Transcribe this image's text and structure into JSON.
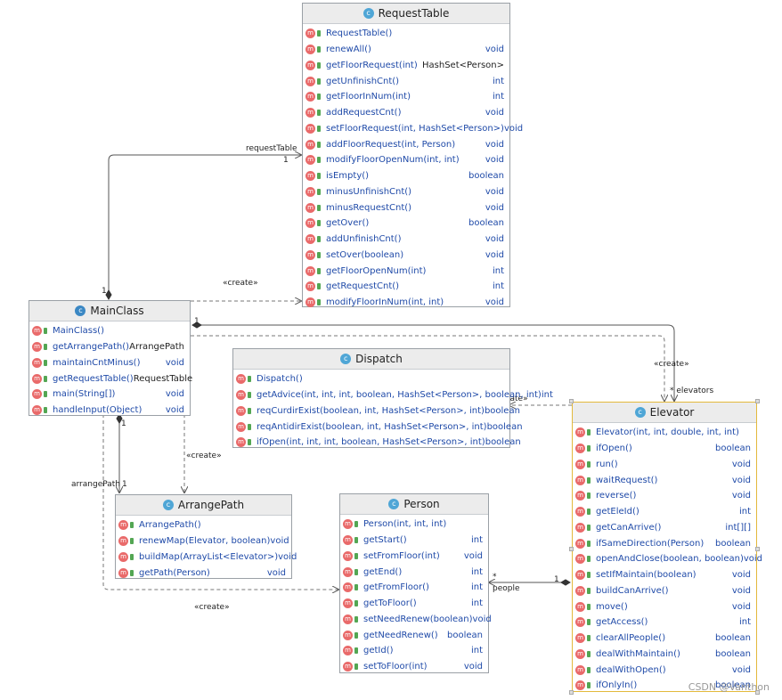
{
  "classes": {
    "request_table": {
      "name": "RequestTable",
      "members": [
        {
          "sig": "RequestTable()",
          "ret": ""
        },
        {
          "sig": "renewAll()",
          "ret": "void"
        },
        {
          "sig": "getFloorRequest(int)",
          "ret": "HashSet<Person>"
        },
        {
          "sig": "getUnfinishCnt()",
          "ret": "int"
        },
        {
          "sig": "getFloorInNum(int)",
          "ret": "int"
        },
        {
          "sig": "addRequestCnt()",
          "ret": "void"
        },
        {
          "sig": "setFloorRequest(int, HashSet<Person>)",
          "ret": "void"
        },
        {
          "sig": "addFloorRequest(int, Person)",
          "ret": "void"
        },
        {
          "sig": "modifyFloorOpenNum(int, int)",
          "ret": "void"
        },
        {
          "sig": "isEmpty()",
          "ret": "boolean"
        },
        {
          "sig": "minusUnfinishCnt()",
          "ret": "void"
        },
        {
          "sig": "minusRequestCnt()",
          "ret": "void"
        },
        {
          "sig": "getOver()",
          "ret": "boolean"
        },
        {
          "sig": "addUnfinishCnt()",
          "ret": "void"
        },
        {
          "sig": "setOver(boolean)",
          "ret": "void"
        },
        {
          "sig": "getFloorOpenNum(int)",
          "ret": "int"
        },
        {
          "sig": "getRequestCnt()",
          "ret": "int"
        },
        {
          "sig": "modifyFloorInNum(int, int)",
          "ret": "void"
        }
      ]
    },
    "main_class": {
      "name": "MainClass",
      "members": [
        {
          "sig": "MainClass()",
          "ret": ""
        },
        {
          "sig": "getArrangePath()",
          "ret": "ArrangePath"
        },
        {
          "sig": "maintainCntMinus()",
          "ret": "void"
        },
        {
          "sig": "getRequestTable()",
          "ret": "RequestTable"
        },
        {
          "sig": "main(String[])",
          "ret": "void"
        },
        {
          "sig": "handleInput(Object)",
          "ret": "void"
        }
      ]
    },
    "dispatch": {
      "name": "Dispatch",
      "members": [
        {
          "sig": "Dispatch()",
          "ret": ""
        },
        {
          "sig": "getAdvice(int, int, int, boolean, HashSet<Person>, boolean, int)",
          "ret": "int"
        },
        {
          "sig": "reqCurdirExist(boolean, int, HashSet<Person>, int)",
          "ret": "boolean"
        },
        {
          "sig": "reqAntidirExist(boolean, int, HashSet<Person>, int)",
          "ret": "boolean"
        },
        {
          "sig": "ifOpen(int, int, int, boolean, HashSet<Person>, int)",
          "ret": "boolean"
        }
      ]
    },
    "arrange_path": {
      "name": "ArrangePath",
      "members": [
        {
          "sig": "ArrangePath()",
          "ret": ""
        },
        {
          "sig": "renewMap(Elevator, boolean)",
          "ret": "void"
        },
        {
          "sig": "buildMap(ArrayList<Elevator>)",
          "ret": "void"
        },
        {
          "sig": "getPath(Person)",
          "ret": "void"
        }
      ]
    },
    "person": {
      "name": "Person",
      "members": [
        {
          "sig": "Person(int, int, int)",
          "ret": ""
        },
        {
          "sig": "getStart()",
          "ret": "int"
        },
        {
          "sig": "setFromFloor(int)",
          "ret": "void"
        },
        {
          "sig": "getEnd()",
          "ret": "int"
        },
        {
          "sig": "getFromFloor()",
          "ret": "int"
        },
        {
          "sig": "getToFloor()",
          "ret": "int"
        },
        {
          "sig": "setNeedRenew(boolean)",
          "ret": "void"
        },
        {
          "sig": "getNeedRenew()",
          "ret": "boolean"
        },
        {
          "sig": "getId()",
          "ret": "int"
        },
        {
          "sig": "setToFloor(int)",
          "ret": "void"
        }
      ]
    },
    "elevator": {
      "name": "Elevator",
      "members": [
        {
          "sig": "Elevator(int, int, double, int, int)",
          "ret": ""
        },
        {
          "sig": "ifOpen()",
          "ret": "boolean"
        },
        {
          "sig": "run()",
          "ret": "void"
        },
        {
          "sig": "waitRequest()",
          "ret": "void"
        },
        {
          "sig": "reverse()",
          "ret": "void"
        },
        {
          "sig": "getEleId()",
          "ret": "int"
        },
        {
          "sig": "getCanArrive()",
          "ret": "int[][]"
        },
        {
          "sig": "ifSameDirection(Person)",
          "ret": "boolean"
        },
        {
          "sig": "openAndClose(boolean, boolean)",
          "ret": "void"
        },
        {
          "sig": "setIfMaintain(boolean)",
          "ret": "void"
        },
        {
          "sig": "buildCanArrive()",
          "ret": "void"
        },
        {
          "sig": "move()",
          "ret": "void"
        },
        {
          "sig": "getAccess()",
          "ret": "int"
        },
        {
          "sig": "clearAllPeople()",
          "ret": "boolean"
        },
        {
          "sig": "dealWithMaintain()",
          "ret": "boolean"
        },
        {
          "sig": "dealWithOpen()",
          "ret": "void"
        },
        {
          "sig": "ifOnlyIn()",
          "ret": "boolean"
        }
      ]
    }
  },
  "labels": {
    "request_table_role": "requestTable",
    "request_table_mult": "1",
    "main_to_rt_mult": "1",
    "create_rt": "«create»",
    "main_elev_mult": "1",
    "create_elev": "«create»",
    "elevators_role": "* elevators",
    "create_dispatch": "«create»",
    "arrange_path_role": "arrangePath",
    "arrange_path_mult_main": "1",
    "arrange_path_mult": "1",
    "create_ap": "«create»",
    "create_person": "«create»",
    "people_role": "people",
    "people_star": "*",
    "people_mult": "1"
  },
  "icons": {
    "class": "class-icon",
    "method": "method-icon",
    "visibility": "public-icon"
  },
  "colors": {
    "method_icon": "#e96a6a",
    "visibility": "#53a653",
    "class_icon": "#4fa6d6",
    "type_text": "#1f4aa8",
    "selection": "#e3b93c"
  },
  "watermark": "CSDN @Vanthon"
}
